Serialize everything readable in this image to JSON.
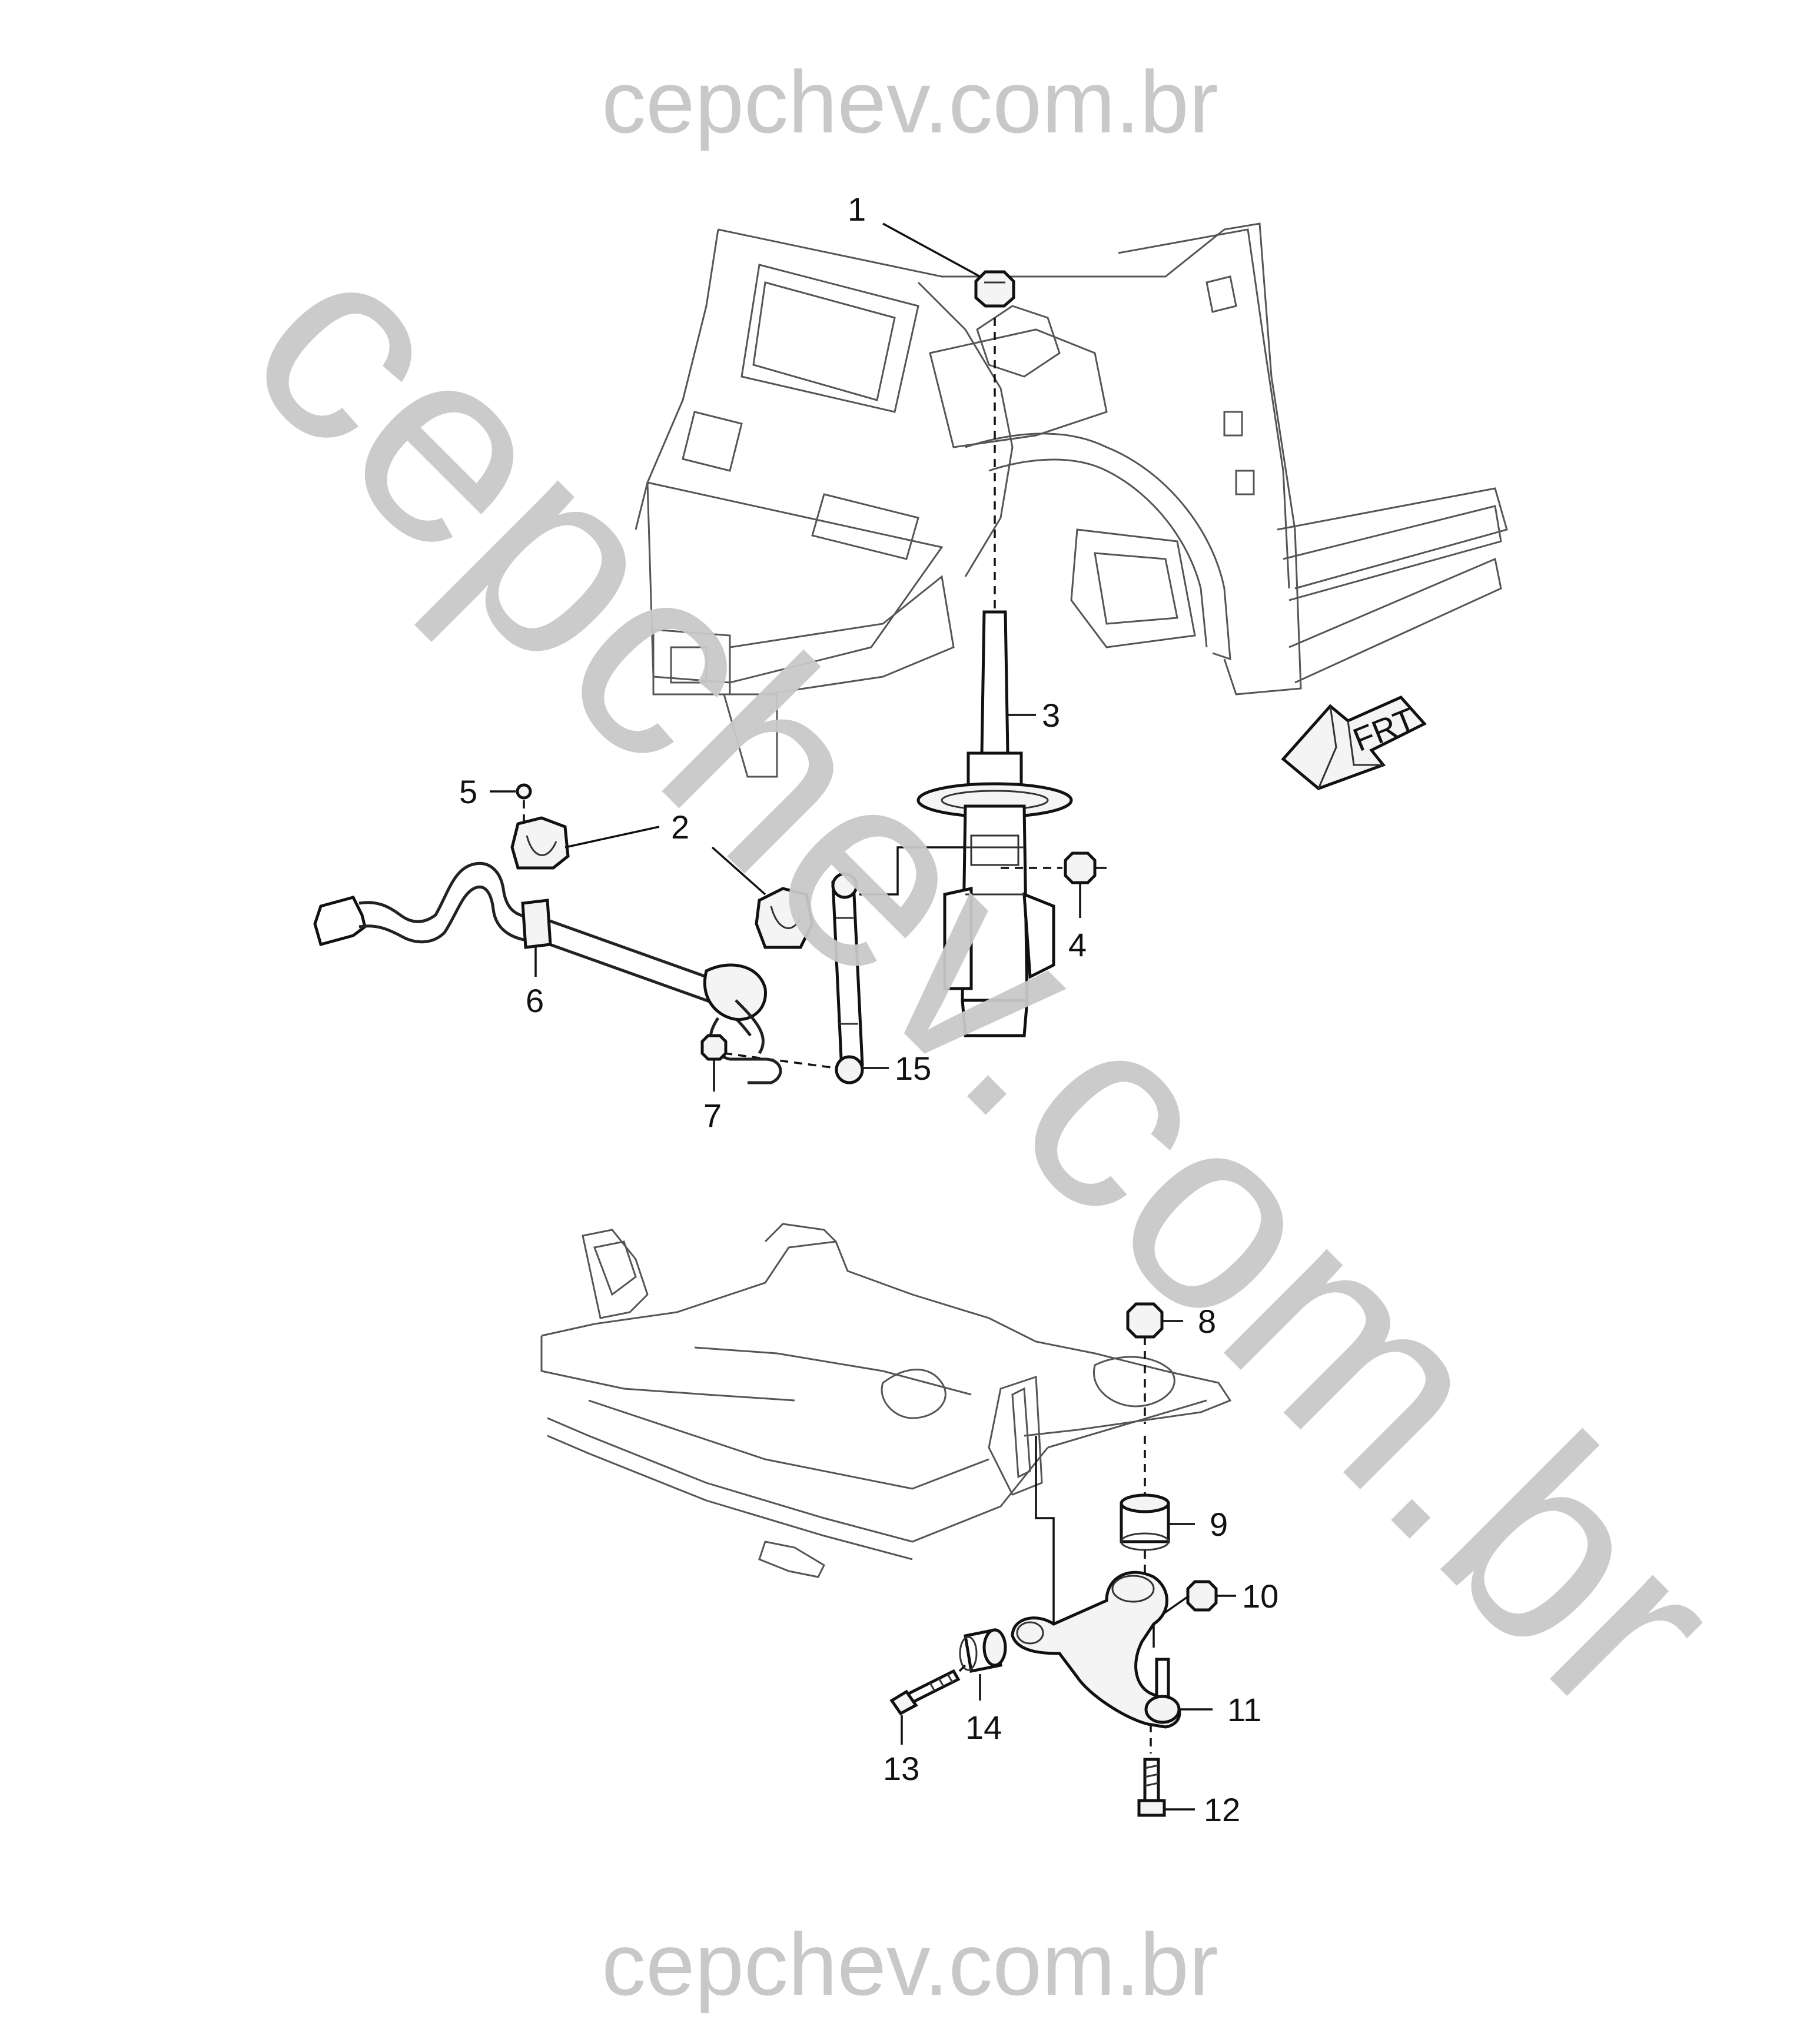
{
  "watermark": {
    "top": "cepchev.com.br",
    "diagonal": "cepchev.com.br",
    "bottom": "cepchev.com.br"
  },
  "direction_arrow": {
    "label": "FRT",
    "icon": "front-direction-arrow-icon"
  },
  "callouts": [
    {
      "id": "1",
      "label": "1"
    },
    {
      "id": "2",
      "label": "2"
    },
    {
      "id": "3",
      "label": "3"
    },
    {
      "id": "4",
      "label": "4"
    },
    {
      "id": "5",
      "label": "5"
    },
    {
      "id": "6",
      "label": "6"
    },
    {
      "id": "7",
      "label": "7"
    },
    {
      "id": "8",
      "label": "8"
    },
    {
      "id": "9",
      "label": "9"
    },
    {
      "id": "10",
      "label": "10"
    },
    {
      "id": "11",
      "label": "11"
    },
    {
      "id": "12",
      "label": "12"
    },
    {
      "id": "13",
      "label": "13"
    },
    {
      "id": "14",
      "label": "14"
    },
    {
      "id": "15",
      "label": "15"
    }
  ],
  "colors": {
    "watermark": "#c8c8c8",
    "line_art": "#111111",
    "background": "#ffffff"
  }
}
